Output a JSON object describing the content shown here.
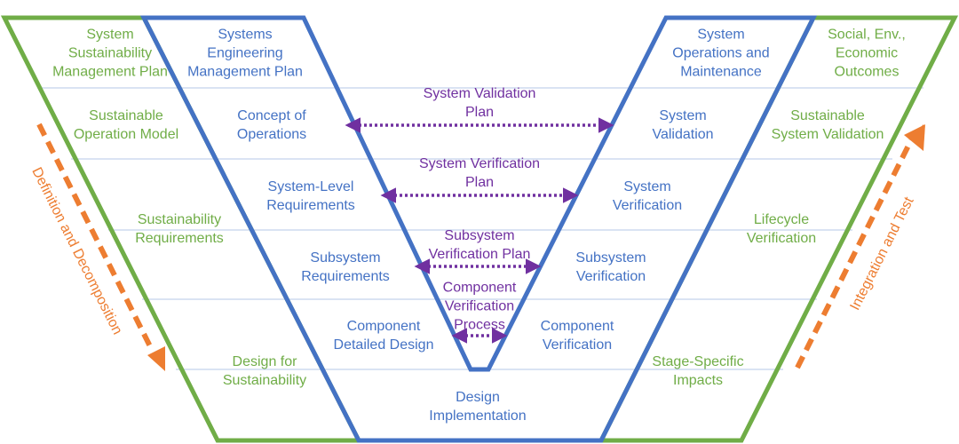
{
  "colors": {
    "blue": "#4472c4",
    "green": "#70ad47",
    "purple": "#7030a0",
    "orange": "#ed7d31",
    "divider": "#b4c7e7"
  },
  "left_green": [
    "System\nSustainability\nManagement Plan",
    "Sustainable\nOperation Model",
    "Sustainability\nRequirements",
    "Design for\nSustainability"
  ],
  "left_blue": [
    "Systems\nEngineering\nManagement Plan",
    "Concept of\nOperations",
    "System-Level\nRequirements",
    "Subsystem\nRequirements",
    "Component\nDetailed Design"
  ],
  "bottom": "Design\nImplementation",
  "right_blue": [
    "System\nOperations and\nMaintenance",
    "System\nValidation",
    "System\nVerification",
    "Subsystem\nVerification",
    "Component\nVerification"
  ],
  "right_green": [
    "Social, Env.,\nEconomic\nOutcomes",
    "Sustainable\nSystem Validation",
    "Lifecycle\nVerification",
    "Stage-Specific\nImpacts"
  ],
  "center": [
    "System Validation\nPlan",
    "System Verification\nPlan",
    "Subsystem\nVerification Plan",
    "Component\nVerification\nProcess"
  ],
  "side_arrows": {
    "left": "Definition and Decomposition",
    "right": "Integration and Test"
  }
}
